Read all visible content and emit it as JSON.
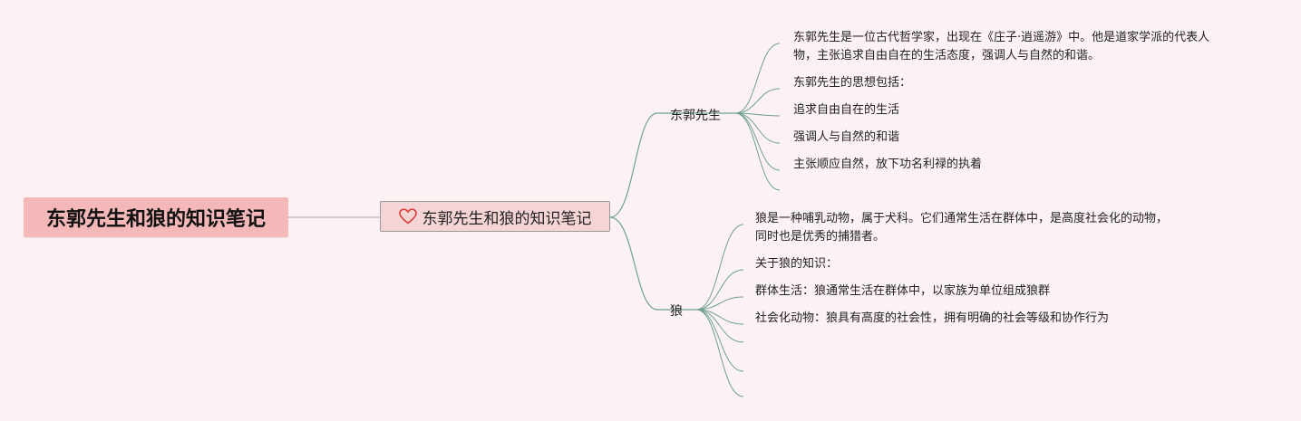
{
  "root": {
    "title": "东郭先生和狼的知识笔记"
  },
  "subtitle": {
    "icon": "heart-icon",
    "text": "东郭先生和狼的知识笔记"
  },
  "branches": [
    {
      "label": "东郭先生",
      "items": [
        "东郭先生是一位古代哲学家，出现在《庄子·逍遥游》中。他是道家学派的代表人\n物，主张追求自由自在的生活态度，强调人与自然的和谐。",
        "东郭先生的思想包括：",
        "追求自由自在的生活",
        "强调人与自然的和谐",
        "主张顺应自然，放下功名利禄的执着",
        ""
      ]
    },
    {
      "label": "狼",
      "items": [
        "狼是一种哺乳动物，属于犬科。它们通常生活在群体中，是高度社会化的动物，\n同时也是优秀的捕猎者。",
        "关于狼的知识：",
        "群体生活：狼通常生活在群体中，以家族为单位组成狼群",
        "社会化动物：狼具有高度的社会性，拥有明确的社会等级和协作行为",
        "",
        "",
        ""
      ]
    }
  ],
  "colors": {
    "background": "#fcf2f4",
    "root_fill": "#f4b8b9",
    "sub_fill": "#f5d4d6",
    "line": "#6fa08f",
    "heart": "#d9403a"
  }
}
